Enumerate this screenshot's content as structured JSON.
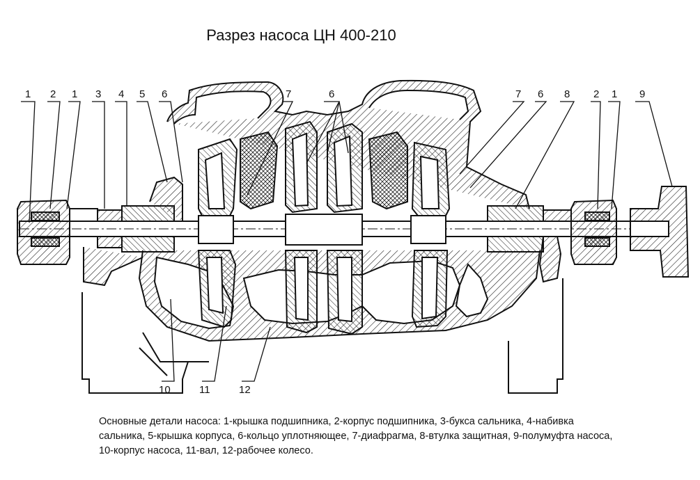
{
  "title": "Разрез насоса ЦН 400-210",
  "labels": {
    "top": [
      "1",
      "2",
      "1",
      "3",
      "4",
      "5",
      "6",
      "7",
      "6",
      "7",
      "6",
      "8",
      "2",
      "1",
      "9"
    ],
    "bottom": [
      "10",
      "11",
      "12"
    ]
  },
  "caption": {
    "line1": "Основные детали насоса: 1-крышка подшипника, 2-корпус подшипника, 3-букса сальника, 4-набивка",
    "line2": "сальника, 5-крышка корпуса, 6-кольцо уплотняющее, 7-диафрагма, 8-втулка защитная, 9-полумуфта насоса,",
    "line3": "10-корпус насоса, 11-вал, 12-рабочее колесо."
  }
}
